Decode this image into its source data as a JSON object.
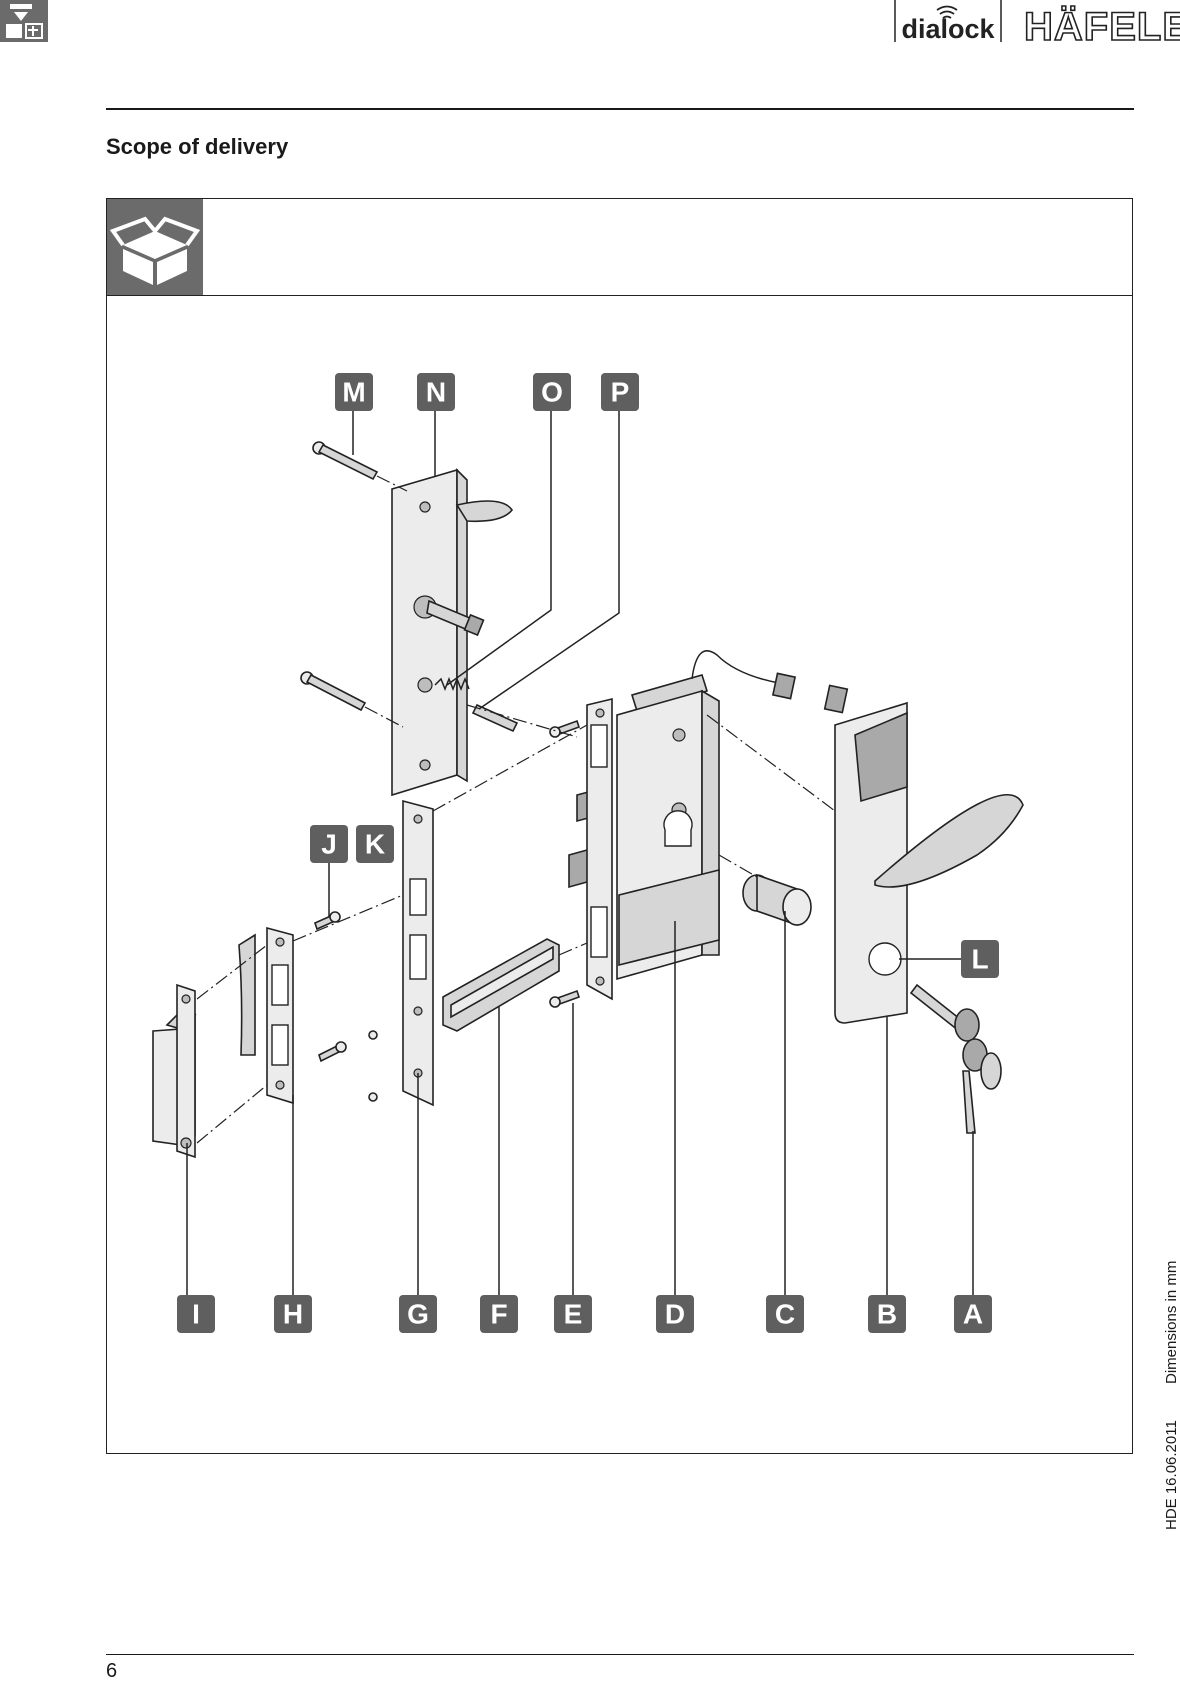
{
  "header": {
    "dialock_logo": "dialock",
    "hafele_logo": "HÄFELE"
  },
  "section": {
    "title": "Scope of delivery"
  },
  "diagram": {
    "part_labels": [
      "A",
      "B",
      "C",
      "D",
      "E",
      "F",
      "G",
      "H",
      "I",
      "J",
      "K",
      "L",
      "M",
      "N",
      "O",
      "P"
    ]
  },
  "footer": {
    "page_number": "6",
    "side_doc_code": "HDE 16.06.2011",
    "side_units": "Dimensions in mm"
  },
  "colors": {
    "label_bg": "#5f5f5f",
    "icon_bg": "#6b6b6b",
    "rule": "#1a1a1a"
  }
}
